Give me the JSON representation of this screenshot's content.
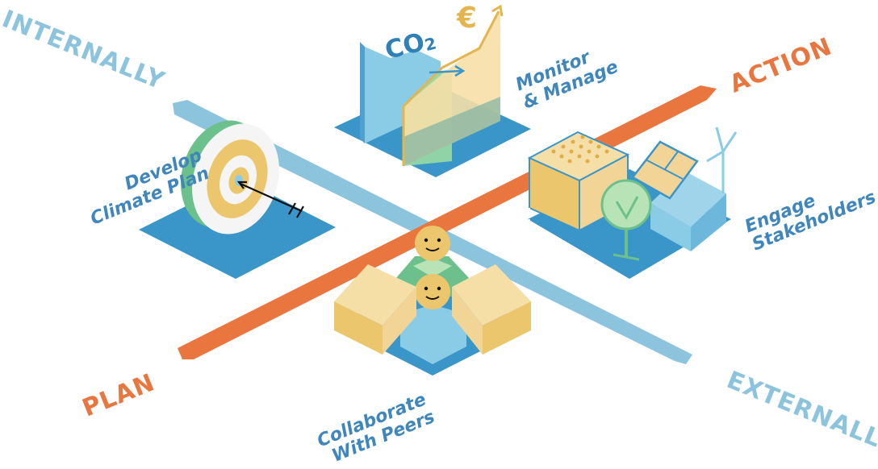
{
  "axes": {
    "internally": "INTERNALLY",
    "externally": "EXTERNALLY",
    "plan": "PLAN",
    "action": "ACTION"
  },
  "quadrants": {
    "develop": {
      "line1": "Develop",
      "line2": "Climate Plan"
    },
    "monitor": {
      "line1": "Monitor",
      "line2": "& Manage"
    },
    "engage": {
      "line1": "Engage",
      "line2": "Stakeholders"
    },
    "collaborate": {
      "line1": "Collaborate",
      "line2": "With Peers"
    }
  },
  "chart_labels": {
    "co2_main": "CO",
    "co2_sub": "2",
    "currency": "€"
  },
  "colors": {
    "blue_text": "#3f86bd",
    "light_blue_axis": "#8cc4dd",
    "orange_axis": "#e9763f",
    "platform_blue": "#3a96c9",
    "sand": "#f2d596",
    "green": "#6cc08b",
    "sky": "#8acbe6"
  }
}
